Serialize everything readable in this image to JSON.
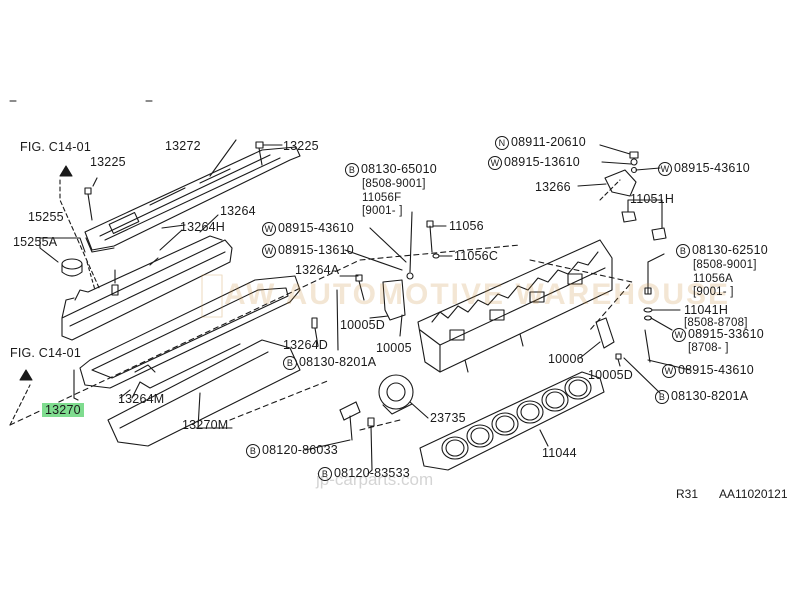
{
  "labels": {
    "fig_top": "FIG. C14-01",
    "fig_bottom": "FIG. C14-01",
    "p13272": "13272",
    "p13225a": "13225",
    "p13225b": "13225",
    "p15255": "15255",
    "p15255a": "15255A",
    "p13264": "13264",
    "p13264h": "13264H",
    "p13264a": "13264A",
    "p13264d": "13264D",
    "p13264m": "13264M",
    "p13270": "13270",
    "p13270m": "13270M",
    "w1_num": "08915-43610",
    "w2_num": "08915-13610",
    "b1_num": "08130-65010",
    "b1_r1": "[8508-9001]",
    "b1_p": "11056F",
    "b1_r2": "[9001-     ]",
    "p11056": "11056",
    "p11056c": "11056C",
    "p10005d_a": "10005D",
    "p10005": "10005",
    "b2_num": "08130-8201A",
    "p23735": "23735",
    "b3_num": "08120-86033",
    "b4_num": "08120-83533",
    "p11044": "11044",
    "n1_num": "08911-20610",
    "w3_num": "08915-13610",
    "w4_num": "08915-43610",
    "p13266": "13266",
    "p11051h": "11051H",
    "b5_num": "08130-62510",
    "b5_r1": "[8508-9001]",
    "b5_p": "11056A",
    "b5_r2": "[9001-     ]",
    "p11041h": "11041H",
    "p11041h_r": "[8508-8708]",
    "w5_num": "08915-33610",
    "w5_r": "[8708-     ]",
    "w6_num": "08915-43610",
    "p10006": "10006",
    "p10005d_b": "10005D",
    "b6_num": "08130-8201A",
    "code_r31": "R31",
    "code_ref": "AA11020121",
    "prefix_b": "B",
    "prefix_w": "W",
    "prefix_n": "N"
  },
  "watermark": {
    "main": "AW AUTOMOTIVE WAREHOUSE",
    "site": "jp-carparts.com"
  },
  "colors": {
    "line": "#1a1a1a",
    "highlight": "#7fdc8f"
  }
}
